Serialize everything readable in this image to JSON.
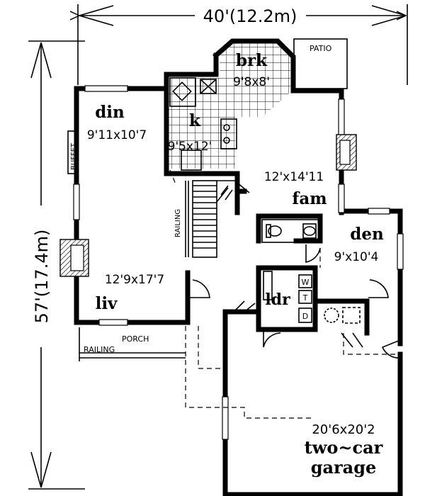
{
  "dimensions": {
    "width": "40'(12.2m)",
    "depth": "57'(17.4m)"
  },
  "rooms": {
    "brk": {
      "name": "brk",
      "size": "9'8x8'"
    },
    "din": {
      "name": "din",
      "size": "9'11x10'7"
    },
    "k": {
      "name": "k",
      "size": "9'5x12'"
    },
    "fam": {
      "name": "fam",
      "size": "12'x14'11"
    },
    "den": {
      "name": "den",
      "size": "9'x10'4"
    },
    "liv": {
      "name": "liv",
      "size": "12'9x17'7"
    },
    "ldr": {
      "name": "ldr"
    },
    "garage": {
      "size": "20'6x20'2",
      "name_line1": "two~car",
      "name_line2": "garage"
    }
  },
  "labels": {
    "patio": "PATIO",
    "buffet": "BUFFET",
    "railing_stair": "RAILING",
    "porch": "PORCH",
    "railing_porch": "RAILING",
    "washer": "W",
    "dryer": "D",
    "tub": "T"
  }
}
